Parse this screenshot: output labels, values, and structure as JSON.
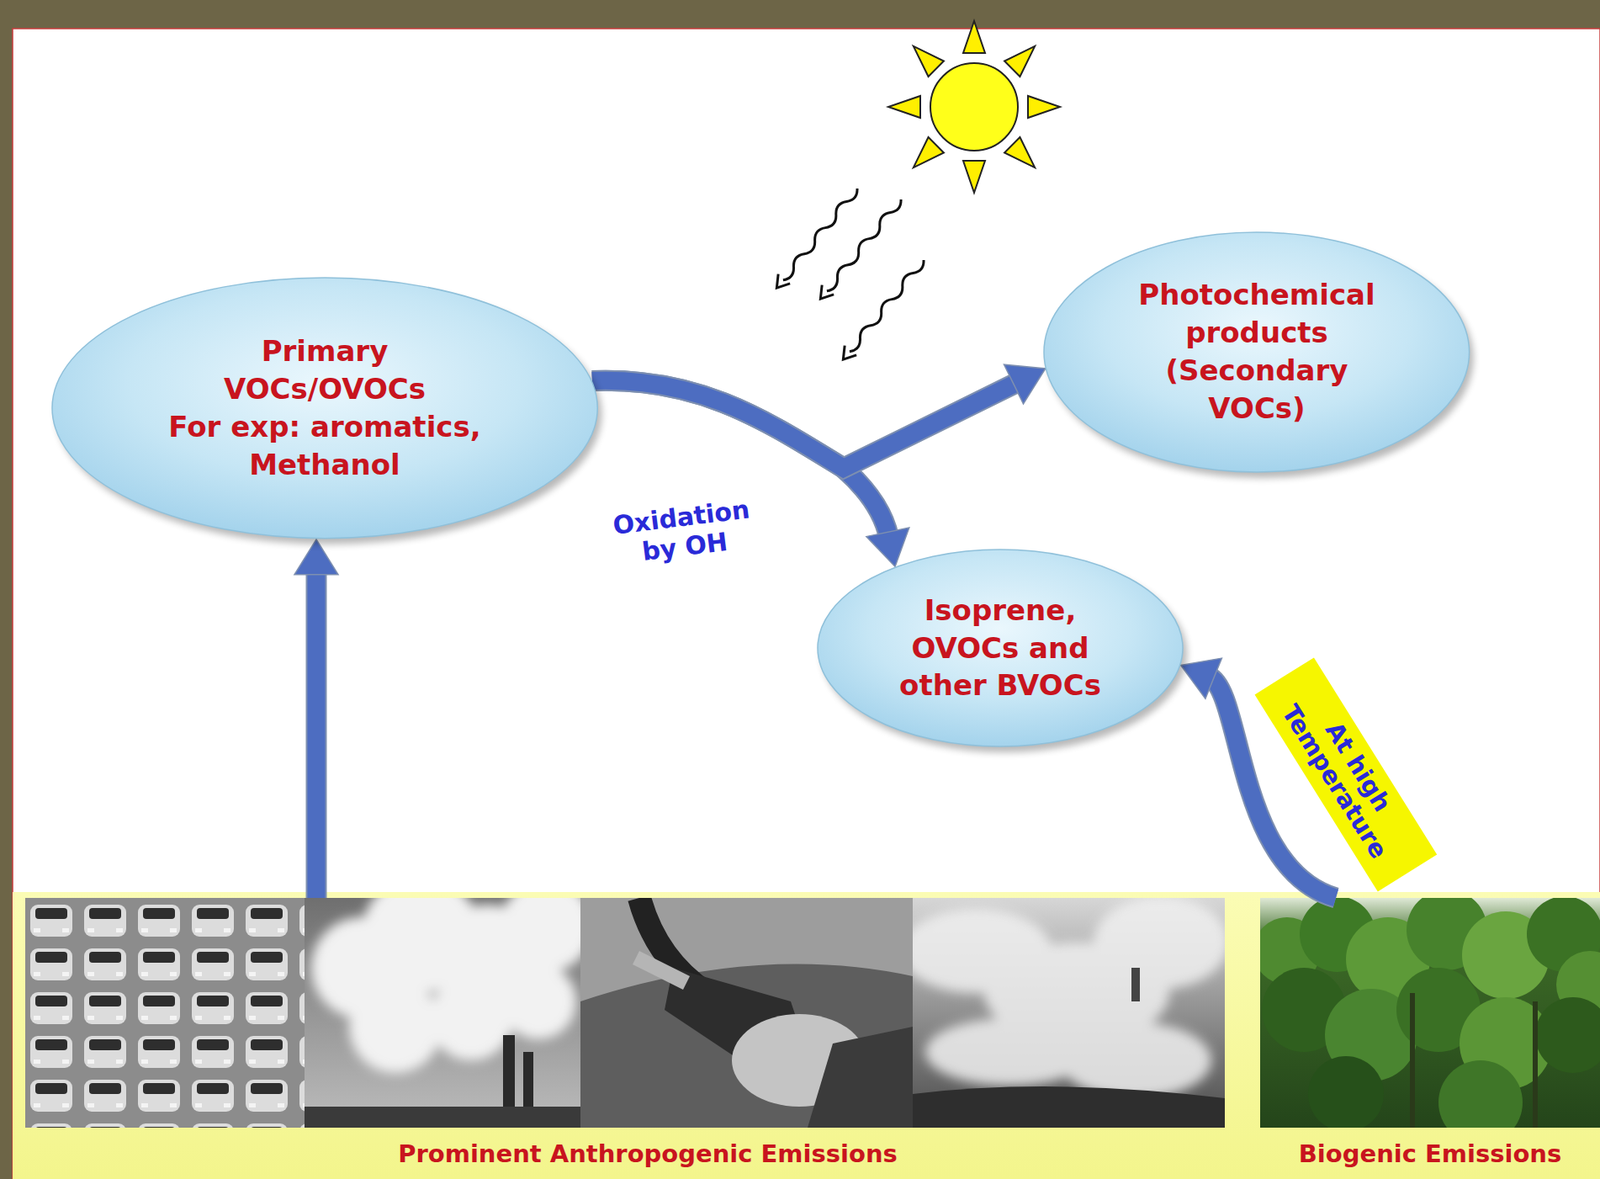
{
  "diagram": {
    "nodes": [
      {
        "text": [
          "Primary VOCs/OVOCs",
          "For exp: aromatics, Methanol"
        ]
      },
      {
        "text": [
          "Photochemical products (Secondary VOCs)"
        ]
      },
      {
        "text": [
          "Isoprene, OVOCs and other BVOCs"
        ]
      },
      {
        "text": [
          "Prominent Anthropogenic Emissions"
        ]
      },
      {
        "text": [
          "Biogenic Emissions"
        ]
      }
    ],
    "edges": [
      {
        "from": 0,
        "to": 2,
        "label": "Oxidation by OH",
        "arrow": "to"
      },
      {
        "from": 0,
        "to": 1,
        "arrow": "to"
      },
      {
        "from": 3,
        "to": 0,
        "arrow": "to"
      },
      {
        "from": 4,
        "to": 2,
        "label": "At high Temperature",
        "arrow": "to"
      }
    ]
  }
}
